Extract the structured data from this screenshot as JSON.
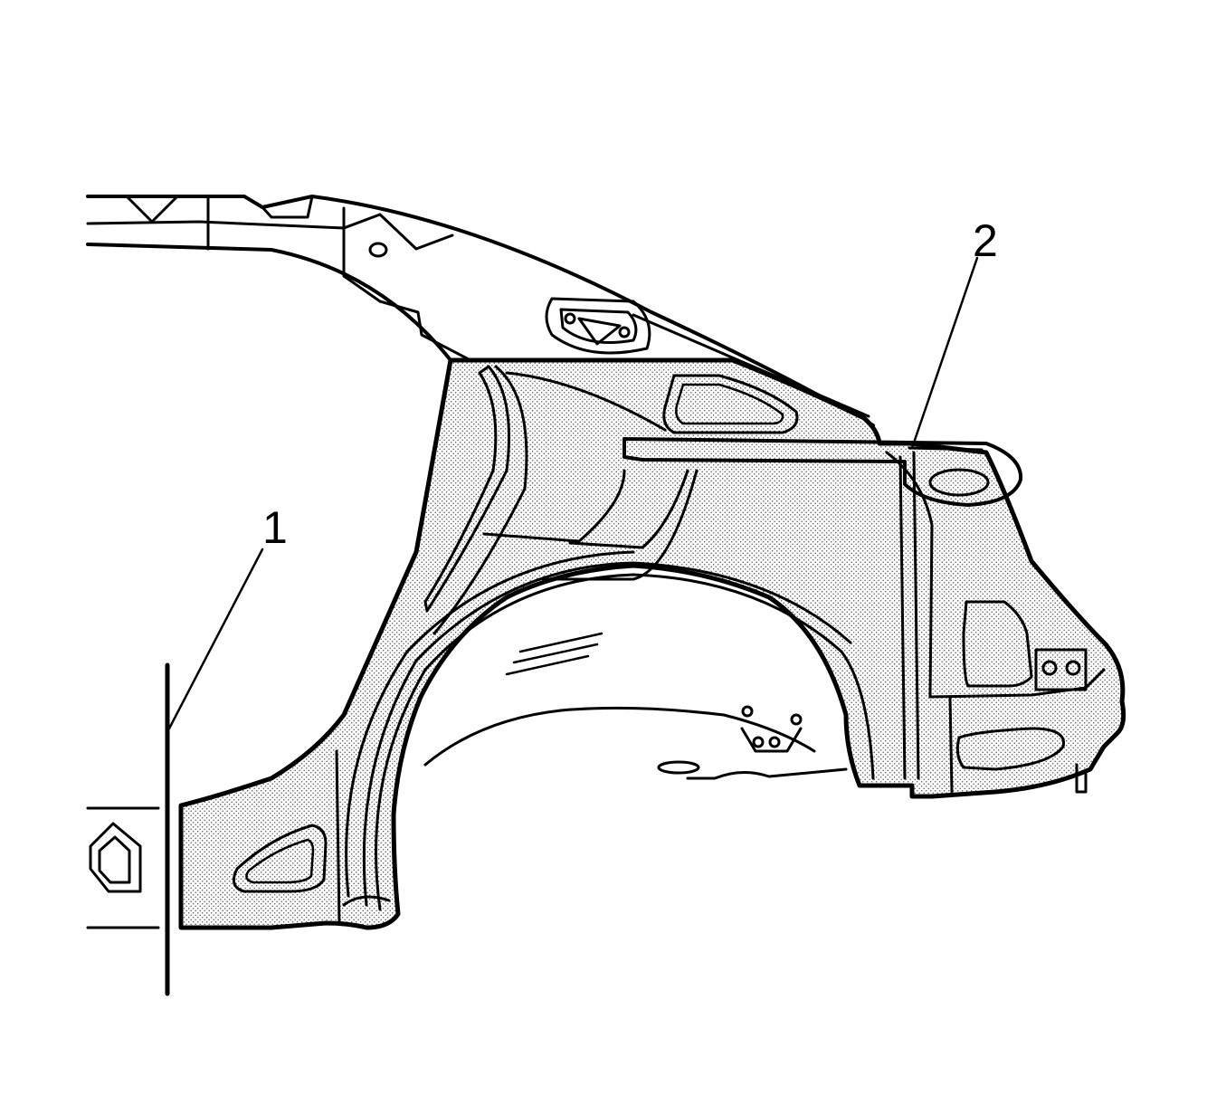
{
  "diagram": {
    "style": "black line illustration with stippled shaded panel",
    "colors": {
      "line": "#000000",
      "background": "#ffffff",
      "shade_dot": "#555555"
    },
    "callouts": [
      {
        "id": "1",
        "label": "1"
      },
      {
        "id": "2",
        "label": "2"
      }
    ]
  }
}
